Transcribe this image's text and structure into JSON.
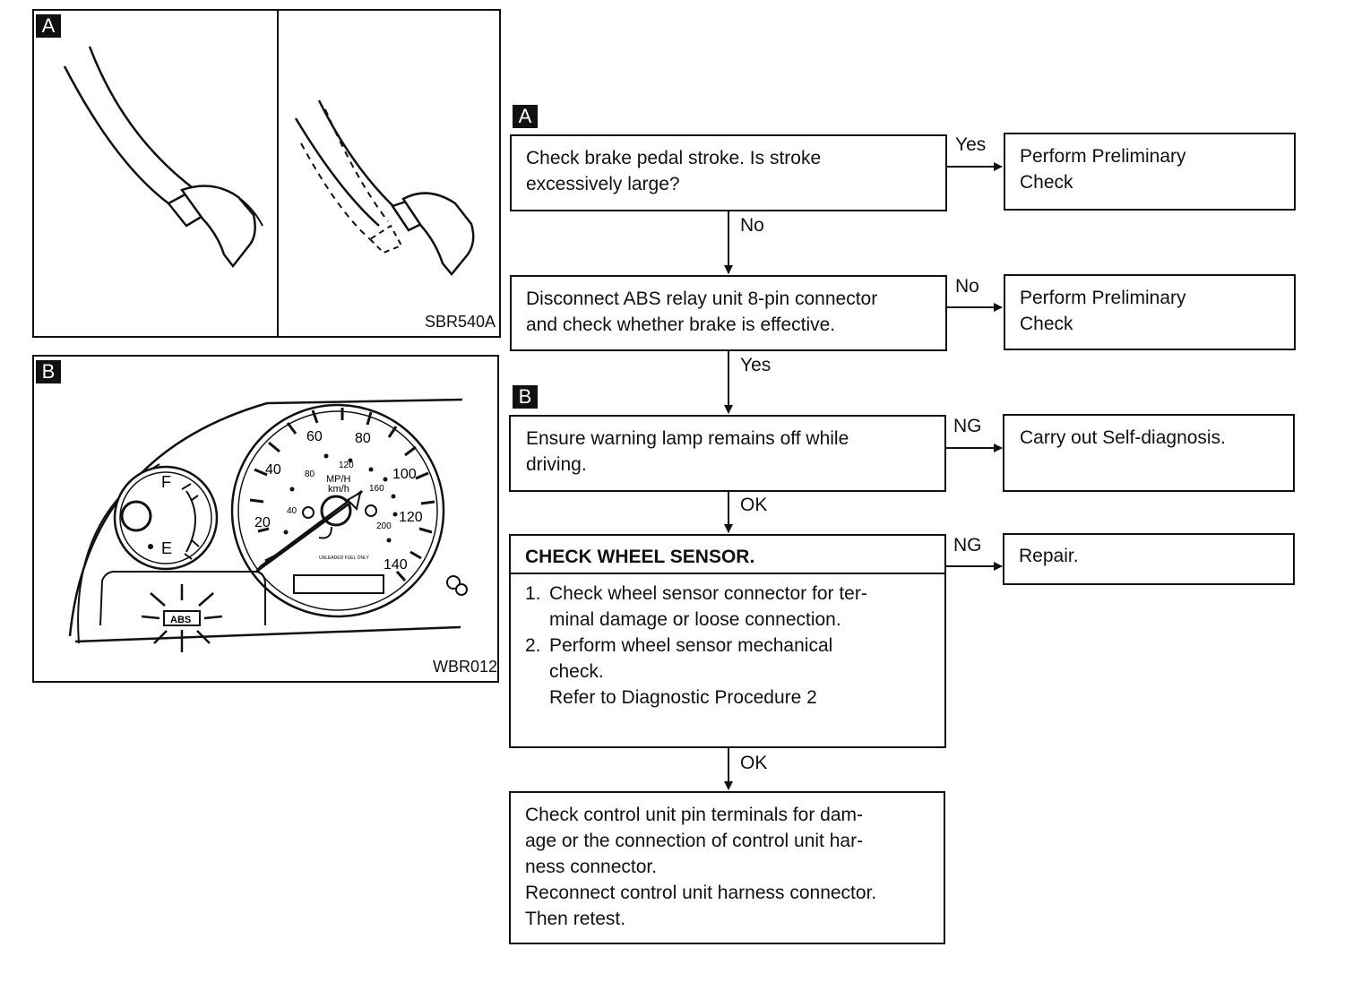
{
  "figures": {
    "a": {
      "badge": "A",
      "code": "SBR540A"
    },
    "b": {
      "badge": "B",
      "code": "WBR012",
      "gauge": {
        "fuel_full": "F",
        "fuel_empty": "E",
        "mph": [
          "20",
          "40",
          "60",
          "80",
          "100",
          "120",
          "140"
        ],
        "kmh": [
          "40",
          "80",
          "120",
          "160",
          "200"
        ],
        "unit_top": "MP/H",
        "unit_bottom": "km/h",
        "fuel_note": "UNLEADED FUEL ONLY",
        "abs": "ABS"
      }
    }
  },
  "flow": {
    "badge_a": "A",
    "badge_b": "B",
    "step1": {
      "text": "Check brake pedal stroke. Is stroke\nexcessively large?",
      "yes_label": "Yes",
      "yes_result": "Perform Preliminary\nCheck",
      "no_label": "No"
    },
    "step2": {
      "text": "Disconnect ABS relay unit 8-pin connector\nand check whether brake is effective.",
      "no_label": "No",
      "no_result": "Perform Preliminary\nCheck",
      "yes_label": "Yes"
    },
    "step3": {
      "text": "Ensure warning lamp remains off while\ndriving.",
      "ng_label": "NG",
      "ng_result": "Carry out Self-diagnosis.",
      "ok_label": "OK"
    },
    "step4": {
      "title": "CHECK WHEEL SENSOR.",
      "item1_num": "1.",
      "item1": "Check wheel sensor connector for ter-\nminal damage or loose connection.",
      "item2_num": "2.",
      "item2": "Perform wheel sensor mechanical\ncheck.\nRefer to Diagnostic Procedure 2",
      "ng_label": "NG",
      "ng_result": "Repair.",
      "ok_label": "OK"
    },
    "step5": {
      "text": "Check control unit pin terminals for dam-\nage or the connection of control unit har-\nness connector.\nReconnect control unit harness connector.\nThen retest."
    }
  }
}
